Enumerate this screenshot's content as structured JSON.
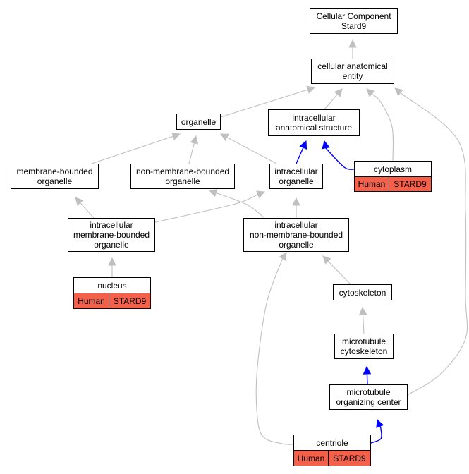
{
  "graph": {
    "nodes": {
      "cellular_component": {
        "label": "Cellular Component\nStard9"
      },
      "cellular_anatomical_entity": {
        "label": "cellular anatomical\nentity"
      },
      "organelle": {
        "label": "organelle"
      },
      "intracellular_anatomical_structure": {
        "label": "intracellular\nanatomical structure"
      },
      "membrane_bounded_organelle": {
        "label": "membrane-bounded\norganelle"
      },
      "non_membrane_bounded_organelle": {
        "label": "non-membrane-bounded\norganelle"
      },
      "intracellular_organelle": {
        "label": "intracellular\norganelle"
      },
      "cytoplasm": {
        "label": "cytoplasm",
        "species": "Human",
        "gene": "STARD9"
      },
      "intracellular_membrane_bounded_organelle": {
        "label": "intracellular\nmembrane-bounded\norganelle"
      },
      "intracellular_non_membrane_bounded_organelle": {
        "label": "intracellular\nnon-membrane-bounded\norganelle"
      },
      "nucleus": {
        "label": "nucleus",
        "species": "Human",
        "gene": "STARD9"
      },
      "cytoskeleton": {
        "label": "cytoskeleton"
      },
      "microtubule_cytoskeleton": {
        "label": "microtubule\ncytoskeleton"
      },
      "microtubule_organizing_center": {
        "label": "microtubule\norganizing center"
      },
      "centriole": {
        "label": "centriole",
        "species": "Human",
        "gene": "STARD9"
      }
    },
    "edges": [
      {
        "from": "cellular_anatomical_entity",
        "to": "cellular_component",
        "type": "is_a"
      },
      {
        "from": "organelle",
        "to": "cellular_anatomical_entity",
        "type": "is_a"
      },
      {
        "from": "intracellular_anatomical_structure",
        "to": "cellular_anatomical_entity",
        "type": "is_a"
      },
      {
        "from": "cytoplasm",
        "to": "cellular_anatomical_entity",
        "type": "is_a"
      },
      {
        "from": "microtubule_organizing_center",
        "to": "cellular_anatomical_entity",
        "type": "is_a"
      },
      {
        "from": "membrane_bounded_organelle",
        "to": "organelle",
        "type": "is_a"
      },
      {
        "from": "non_membrane_bounded_organelle",
        "to": "organelle",
        "type": "is_a"
      },
      {
        "from": "intracellular_organelle",
        "to": "organelle",
        "type": "is_a"
      },
      {
        "from": "intracellular_organelle",
        "to": "intracellular_anatomical_structure",
        "type": "part_of"
      },
      {
        "from": "cytoplasm",
        "to": "intracellular_anatomical_structure",
        "type": "part_of"
      },
      {
        "from": "intracellular_membrane_bounded_organelle",
        "to": "membrane_bounded_organelle",
        "type": "is_a"
      },
      {
        "from": "intracellular_membrane_bounded_organelle",
        "to": "intracellular_organelle",
        "type": "is_a"
      },
      {
        "from": "intracellular_non_membrane_bounded_organelle",
        "to": "non_membrane_bounded_organelle",
        "type": "is_a"
      },
      {
        "from": "intracellular_non_membrane_bounded_organelle",
        "to": "intracellular_organelle",
        "type": "is_a"
      },
      {
        "from": "nucleus",
        "to": "intracellular_membrane_bounded_organelle",
        "type": "is_a"
      },
      {
        "from": "cytoskeleton",
        "to": "intracellular_non_membrane_bounded_organelle",
        "type": "is_a"
      },
      {
        "from": "centriole",
        "to": "intracellular_non_membrane_bounded_organelle",
        "type": "is_a"
      },
      {
        "from": "microtubule_cytoskeleton",
        "to": "cytoskeleton",
        "type": "is_a"
      },
      {
        "from": "microtubule_organizing_center",
        "to": "microtubule_cytoskeleton",
        "type": "part_of"
      },
      {
        "from": "centriole",
        "to": "microtubule_organizing_center",
        "type": "part_of"
      }
    ],
    "colors": {
      "is_a_edge": "#c0c0c0",
      "part_of_edge": "#0000ff",
      "annotation_fill": "#f46049",
      "node_border": "#000000"
    }
  }
}
